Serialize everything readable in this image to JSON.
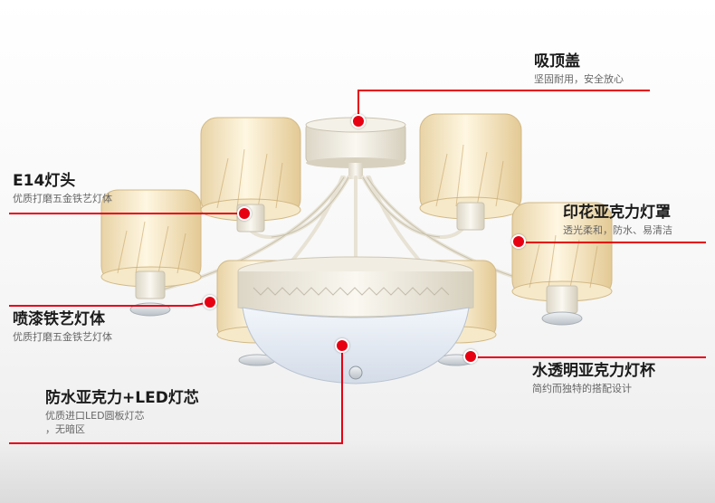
{
  "colors": {
    "accent": "#e60012",
    "title_text": "#1a1a1a",
    "desc_text": "#666666"
  },
  "callouts": {
    "top_cover": {
      "title": "吸顶盖",
      "desc": "坚固耐用，安全放心"
    },
    "lamp_holder": {
      "title": "E14灯头",
      "desc": "优质打磨五金铁艺灯体"
    },
    "lampshade": {
      "title": "印花亚克力灯罩",
      "desc": "透光柔和，防水、易清洁"
    },
    "iron_body": {
      "title": "喷漆铁艺灯体",
      "desc": "优质打磨五金铁艺灯体"
    },
    "cup": {
      "title": "水透明亚克力灯杯",
      "desc": "简约而独特的搭配设计"
    },
    "led_core": {
      "title": "防水亚克力+LED灯芯",
      "desc_line1": "优质进口LED圆板灯芯",
      "desc_line2": "，无暗区"
    }
  }
}
